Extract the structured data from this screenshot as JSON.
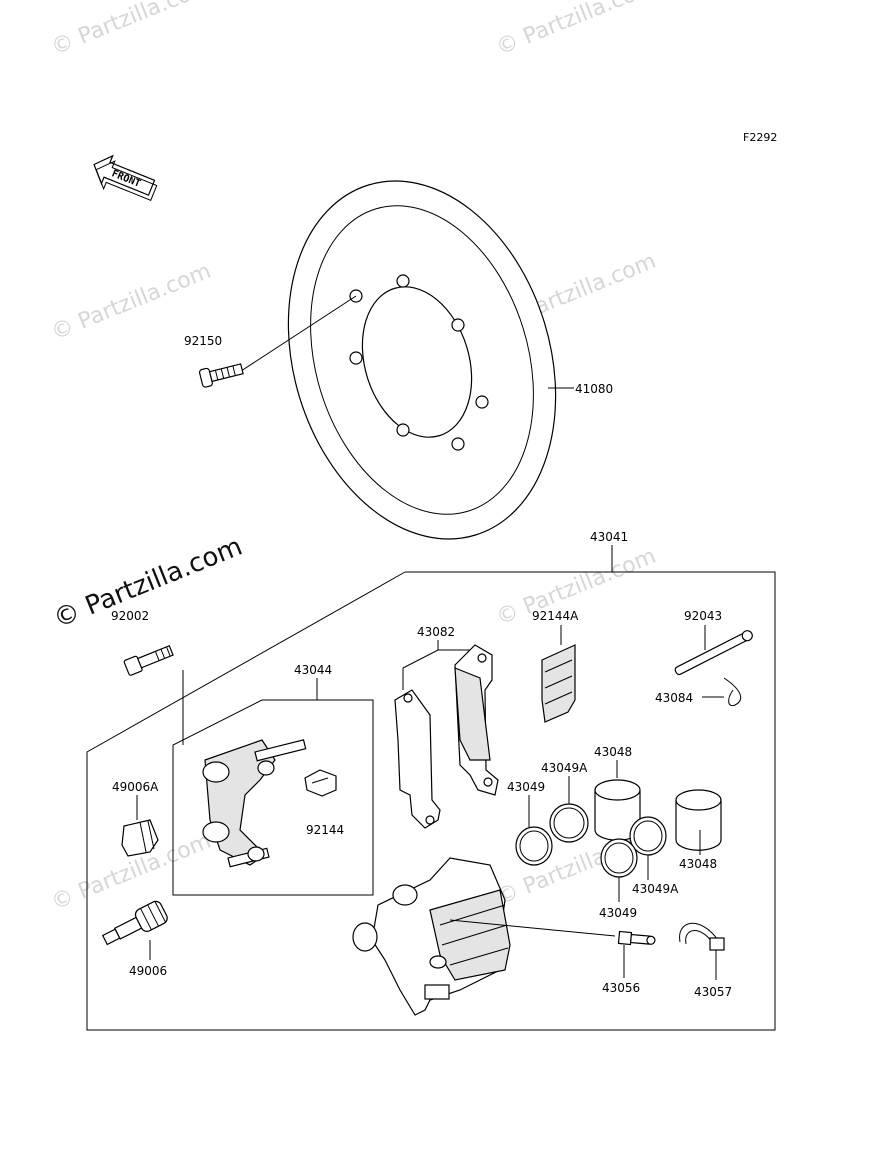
{
  "figure_code": "F2292",
  "front_label": "FRONT",
  "watermark": "© Partzilla.com",
  "watermark_prominent": "© Partzilla.com",
  "part_labels": {
    "p92150": "92150",
    "p41080": "41080",
    "p43041": "43041",
    "p92002": "92002",
    "p43082": "43082",
    "p92144A": "92144A",
    "p92043": "92043",
    "p43084": "43084",
    "p43044": "43044",
    "p43048a": "43048",
    "p43049Aa": "43049A",
    "p49006A": "49006A",
    "p43049a": "43049",
    "p92144": "92144",
    "p43048b": "43048",
    "p43049Ab": "43049A",
    "p43049b": "43049",
    "p49006": "49006",
    "p43056": "43056",
    "p43057": "43057"
  }
}
